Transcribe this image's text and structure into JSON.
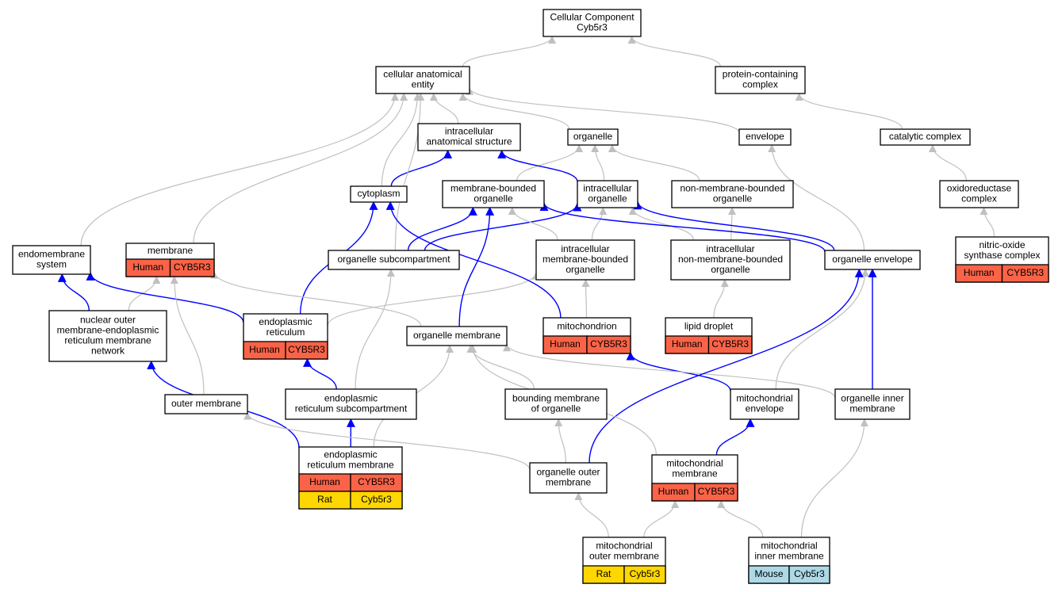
{
  "colors": {
    "human": "#fa6347",
    "rat": "#ffd700",
    "mouse": "#add8e6",
    "edge_default": "#c0c0c0",
    "edge_highlight": "#0000ff"
  },
  "nodes": {
    "cc": [
      "Cellular Component",
      "Cyb5r3"
    ],
    "cae": [
      "cellular anatomical",
      "entity"
    ],
    "pcc": [
      "protein-containing",
      "complex"
    ],
    "ias": [
      "intracellular",
      "anatomical structure"
    ],
    "organelle": [
      "organelle"
    ],
    "envelope": [
      "envelope"
    ],
    "catalytic": [
      "catalytic complex"
    ],
    "cytoplasm": [
      "cytoplasm"
    ],
    "mbo": [
      "membrane-bounded",
      "organelle"
    ],
    "io": [
      "intracellular",
      "organelle"
    ],
    "nmbo": [
      "non-membrane-bounded",
      "organelle"
    ],
    "oxred": [
      "oxidoreductase",
      "complex"
    ],
    "endosys": [
      "endomembrane",
      "system"
    ],
    "membrane": [
      "membrane"
    ],
    "osub": [
      "organelle subcompartment"
    ],
    "imbo": [
      "intracellular",
      "membrane-bounded",
      "organelle"
    ],
    "inmbo": [
      "intracellular",
      "non-membrane-bounded",
      "organelle"
    ],
    "oenv": [
      "organelle envelope"
    ],
    "nos": [
      "nitric-oxide",
      "synthase complex"
    ],
    "nucouter": [
      "nuclear outer",
      "membrane-endoplasmic",
      "reticulum membrane",
      "network"
    ],
    "er": [
      "endoplasmic",
      "reticulum"
    ],
    "omem": [
      "organelle membrane"
    ],
    "mito": [
      "mitochondrion"
    ],
    "lipid": [
      "lipid droplet"
    ],
    "outermem": [
      "outer membrane"
    ],
    "ersub": [
      "endoplasmic",
      "reticulum subcompartment"
    ],
    "bmo": [
      "bounding membrane",
      "of organelle"
    ],
    "mitoenv": [
      "mitochondrial",
      "envelope"
    ],
    "oim": [
      "organelle inner",
      "membrane"
    ],
    "erm": [
      "endoplasmic",
      "reticulum membrane"
    ],
    "oom": [
      "organelle outer",
      "membrane"
    ],
    "mitomem": [
      "mitochondrial",
      "membrane"
    ],
    "mom": [
      "mitochondrial",
      "outer membrane"
    ],
    "mim": [
      "mitochondrial",
      "inner membrane"
    ]
  },
  "annotations": {
    "membrane": [
      [
        "Human",
        "CYB5R3"
      ]
    ],
    "nos": [
      [
        "Human",
        "CYB5R3"
      ]
    ],
    "er": [
      [
        "Human",
        "CYB5R3"
      ]
    ],
    "mito": [
      [
        "Human",
        "CYB5R3"
      ]
    ],
    "lipid": [
      [
        "Human",
        "CYB5R3"
      ]
    ],
    "erm": [
      [
        "Human",
        "CYB5R3"
      ],
      [
        "Rat",
        "Cyb5r3"
      ]
    ],
    "mitomem": [
      [
        "Human",
        "CYB5R3"
      ]
    ],
    "mom": [
      [
        "Rat",
        "Cyb5r3"
      ]
    ],
    "mim": [
      [
        "Mouse",
        "Cyb5r3"
      ]
    ]
  },
  "edges": [
    {
      "from": "cae",
      "to": "cc",
      "type": "default"
    },
    {
      "from": "pcc",
      "to": "cc",
      "type": "default"
    },
    {
      "from": "ias",
      "to": "cae",
      "type": "default"
    },
    {
      "from": "organelle",
      "to": "cae",
      "type": "default"
    },
    {
      "from": "envelope",
      "to": "cae",
      "type": "default"
    },
    {
      "from": "catalytic",
      "to": "pcc",
      "type": "default"
    },
    {
      "from": "oxred",
      "to": "catalytic",
      "type": "default"
    },
    {
      "from": "nos",
      "to": "oxred",
      "type": "default"
    },
    {
      "from": "cytoplasm",
      "to": "cae",
      "type": "default"
    },
    {
      "from": "cytoplasm",
      "to": "ias",
      "type": "highlight"
    },
    {
      "from": "mbo",
      "to": "organelle",
      "type": "default"
    },
    {
      "from": "io",
      "to": "organelle",
      "type": "default"
    },
    {
      "from": "io",
      "to": "ias",
      "type": "highlight"
    },
    {
      "from": "nmbo",
      "to": "organelle",
      "type": "default"
    },
    {
      "from": "endosys",
      "to": "cae",
      "type": "default"
    },
    {
      "from": "membrane",
      "to": "cae",
      "type": "default"
    },
    {
      "from": "osub",
      "to": "cae",
      "type": "default"
    },
    {
      "from": "osub",
      "to": "mbo",
      "type": "highlight"
    },
    {
      "from": "osub",
      "to": "io",
      "type": "highlight"
    },
    {
      "from": "imbo",
      "to": "mbo",
      "type": "default"
    },
    {
      "from": "imbo",
      "to": "io",
      "type": "default"
    },
    {
      "from": "inmbo",
      "to": "io",
      "type": "default"
    },
    {
      "from": "inmbo",
      "to": "nmbo",
      "type": "default"
    },
    {
      "from": "oenv",
      "to": "envelope",
      "type": "default"
    },
    {
      "from": "oenv",
      "to": "mbo",
      "type": "highlight"
    },
    {
      "from": "oenv",
      "to": "io",
      "type": "highlight"
    },
    {
      "from": "nucouter",
      "to": "endosys",
      "type": "highlight"
    },
    {
      "from": "nucouter",
      "to": "membrane",
      "type": "default"
    },
    {
      "from": "er",
      "to": "endosys",
      "type": "highlight"
    },
    {
      "from": "er",
      "to": "cytoplasm",
      "type": "highlight"
    },
    {
      "from": "er",
      "to": "imbo",
      "type": "default"
    },
    {
      "from": "omem",
      "to": "mbo",
      "type": "highlight"
    },
    {
      "from": "omem",
      "to": "membrane",
      "type": "default"
    },
    {
      "from": "mito",
      "to": "cytoplasm",
      "type": "highlight"
    },
    {
      "from": "mito",
      "to": "imbo",
      "type": "default"
    },
    {
      "from": "lipid",
      "to": "inmbo",
      "type": "default"
    },
    {
      "from": "outermem",
      "to": "membrane",
      "type": "default"
    },
    {
      "from": "ersub",
      "to": "er",
      "type": "highlight"
    },
    {
      "from": "ersub",
      "to": "osub",
      "type": "default"
    },
    {
      "from": "bmo",
      "to": "omem",
      "type": "default"
    },
    {
      "from": "mitoenv",
      "to": "mito",
      "type": "highlight"
    },
    {
      "from": "mitoenv",
      "to": "oenv",
      "type": "default"
    },
    {
      "from": "oim",
      "to": "omem",
      "type": "default"
    },
    {
      "from": "oim",
      "to": "oenv",
      "type": "highlight"
    },
    {
      "from": "erm",
      "to": "ersub",
      "type": "highlight"
    },
    {
      "from": "erm",
      "to": "nucouter",
      "type": "highlight"
    },
    {
      "from": "erm",
      "to": "omem",
      "type": "default"
    },
    {
      "from": "oom",
      "to": "bmo",
      "type": "default"
    },
    {
      "from": "oom",
      "to": "oenv",
      "type": "highlight"
    },
    {
      "from": "oom",
      "to": "outermem",
      "type": "default"
    },
    {
      "from": "mitomem",
      "to": "mitoenv",
      "type": "highlight"
    },
    {
      "from": "mitomem",
      "to": "omem",
      "type": "default"
    },
    {
      "from": "mom",
      "to": "oom",
      "type": "default"
    },
    {
      "from": "mom",
      "to": "mitomem",
      "type": "default"
    },
    {
      "from": "mim",
      "to": "mitomem",
      "type": "default"
    },
    {
      "from": "mim",
      "to": "oim",
      "type": "default"
    }
  ]
}
